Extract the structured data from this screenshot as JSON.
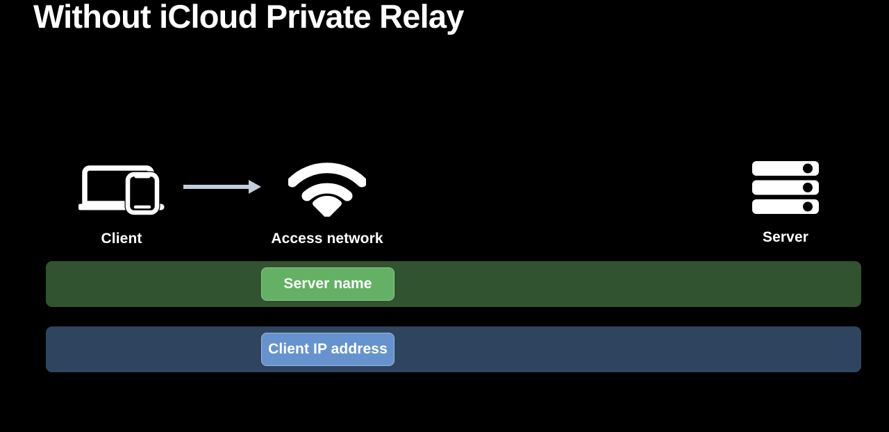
{
  "slide": {
    "background_color": "#000000",
    "title": "Without iCloud Private Relay"
  },
  "diagram": {
    "nodes": [
      {
        "id": "client",
        "label": "Client",
        "icon": "laptop-and-phone-icon",
        "icon_color": "#ffffff"
      },
      {
        "id": "access-network",
        "label": "Access network",
        "icon": "wifi-icon",
        "icon_color": "#ffffff"
      },
      {
        "id": "server",
        "label": "Server",
        "icon": "server-rack-icon",
        "icon_color": "#ffffff"
      }
    ],
    "connector": {
      "id": "client-to-access-arrow",
      "icon": "arrow-right-icon",
      "color": "#c3cdda",
      "from": "client",
      "to": "access-network"
    },
    "tracks": [
      {
        "id": "server-name-track",
        "track_color": "#31532f",
        "pill": {
          "label": "Server name",
          "fill_color": "#64b064",
          "border_color": "#8ec88e",
          "text_color": "#ffffff",
          "aligned_to": "access-network"
        }
      },
      {
        "id": "client-ip-track",
        "track_color": "#2e445f",
        "pill": {
          "label": "Client IP address",
          "fill_color": "#6693ce",
          "border_color": "#9ab9e0",
          "text_color": "#ffffff",
          "aligned_to": "access-network"
        }
      }
    ]
  }
}
